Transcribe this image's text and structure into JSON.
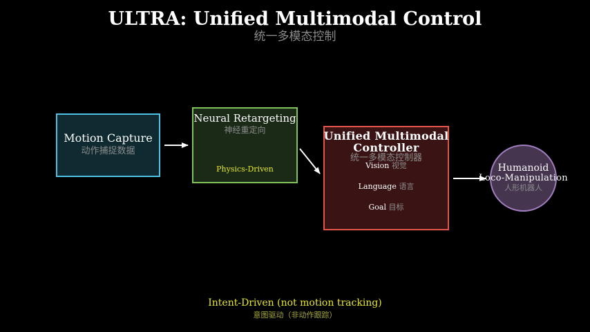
{
  "title": "ULTRA: Unified Multimodal Control",
  "subtitle": "统一多模态控制",
  "nodes": {
    "motion_capture": {
      "label": "Motion Capture",
      "label_cn": "动作捕捉数据",
      "border_color": "#4fc3e6"
    },
    "neural_retargeting": {
      "label": "Neural Retargeting",
      "label_cn": "神经重定向",
      "tag": "Physics-Driven",
      "border_color": "#7fc35a"
    },
    "controller": {
      "label": "Unified Multimodal Controller",
      "label_cn": "统一多模态控制器",
      "inputs": [
        {
          "en": "Vision",
          "cn": "视觉"
        },
        {
          "en": "Language",
          "cn": "语言"
        },
        {
          "en": "Goal",
          "cn": "目标"
        }
      ],
      "border_color": "#e4564a"
    },
    "humanoid": {
      "label": "Humanoid",
      "sublabel": "Loco-Manipulation",
      "label_cn": "人形机器人",
      "border_color": "#a27ec0"
    }
  },
  "footer": {
    "main": "Intent-Driven (not motion tracking)",
    "cn": "意图驱动（非动作跟踪）"
  }
}
